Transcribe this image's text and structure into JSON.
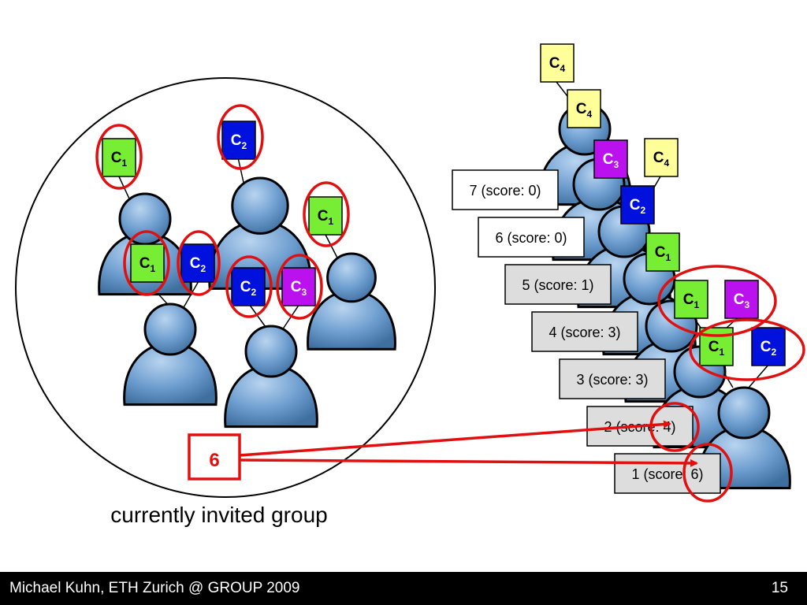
{
  "colors": {
    "tag_green": "#77ee33",
    "tag_blue": "#0011dd",
    "tag_purple": "#bb11ee",
    "tag_yellow": "#ffff99",
    "highlight_red": "#e01010",
    "person_fill": "#6f9fd0",
    "rank_box_gray": "#dddddd"
  },
  "icons": {
    "person": "person-icon",
    "arrow": "arrow-icon"
  },
  "group": {
    "caption": "currently invited group",
    "tags": [
      "C1",
      "C2",
      "C1",
      "C1",
      "C2",
      "C2",
      "C3"
    ],
    "counter": "6"
  },
  "ranking": {
    "items": [
      {
        "label": "7 (score: 0)"
      },
      {
        "label": "6 (score: 0)"
      },
      {
        "label": "5 (score: 1)"
      },
      {
        "label": "4 (score: 3)"
      },
      {
        "label": "3 (score: 3)"
      },
      {
        "label": "2 (score: 4)"
      },
      {
        "label": "1 (score: 6)"
      }
    ],
    "tags": [
      "C4",
      "C4",
      "C3",
      "C4",
      "C2",
      "C1",
      "C1",
      "C3",
      "C1",
      "C2"
    ]
  },
  "footer": {
    "left": "Michael Kuhn, ETH Zurich @ GROUP 2009",
    "right": "15"
  }
}
